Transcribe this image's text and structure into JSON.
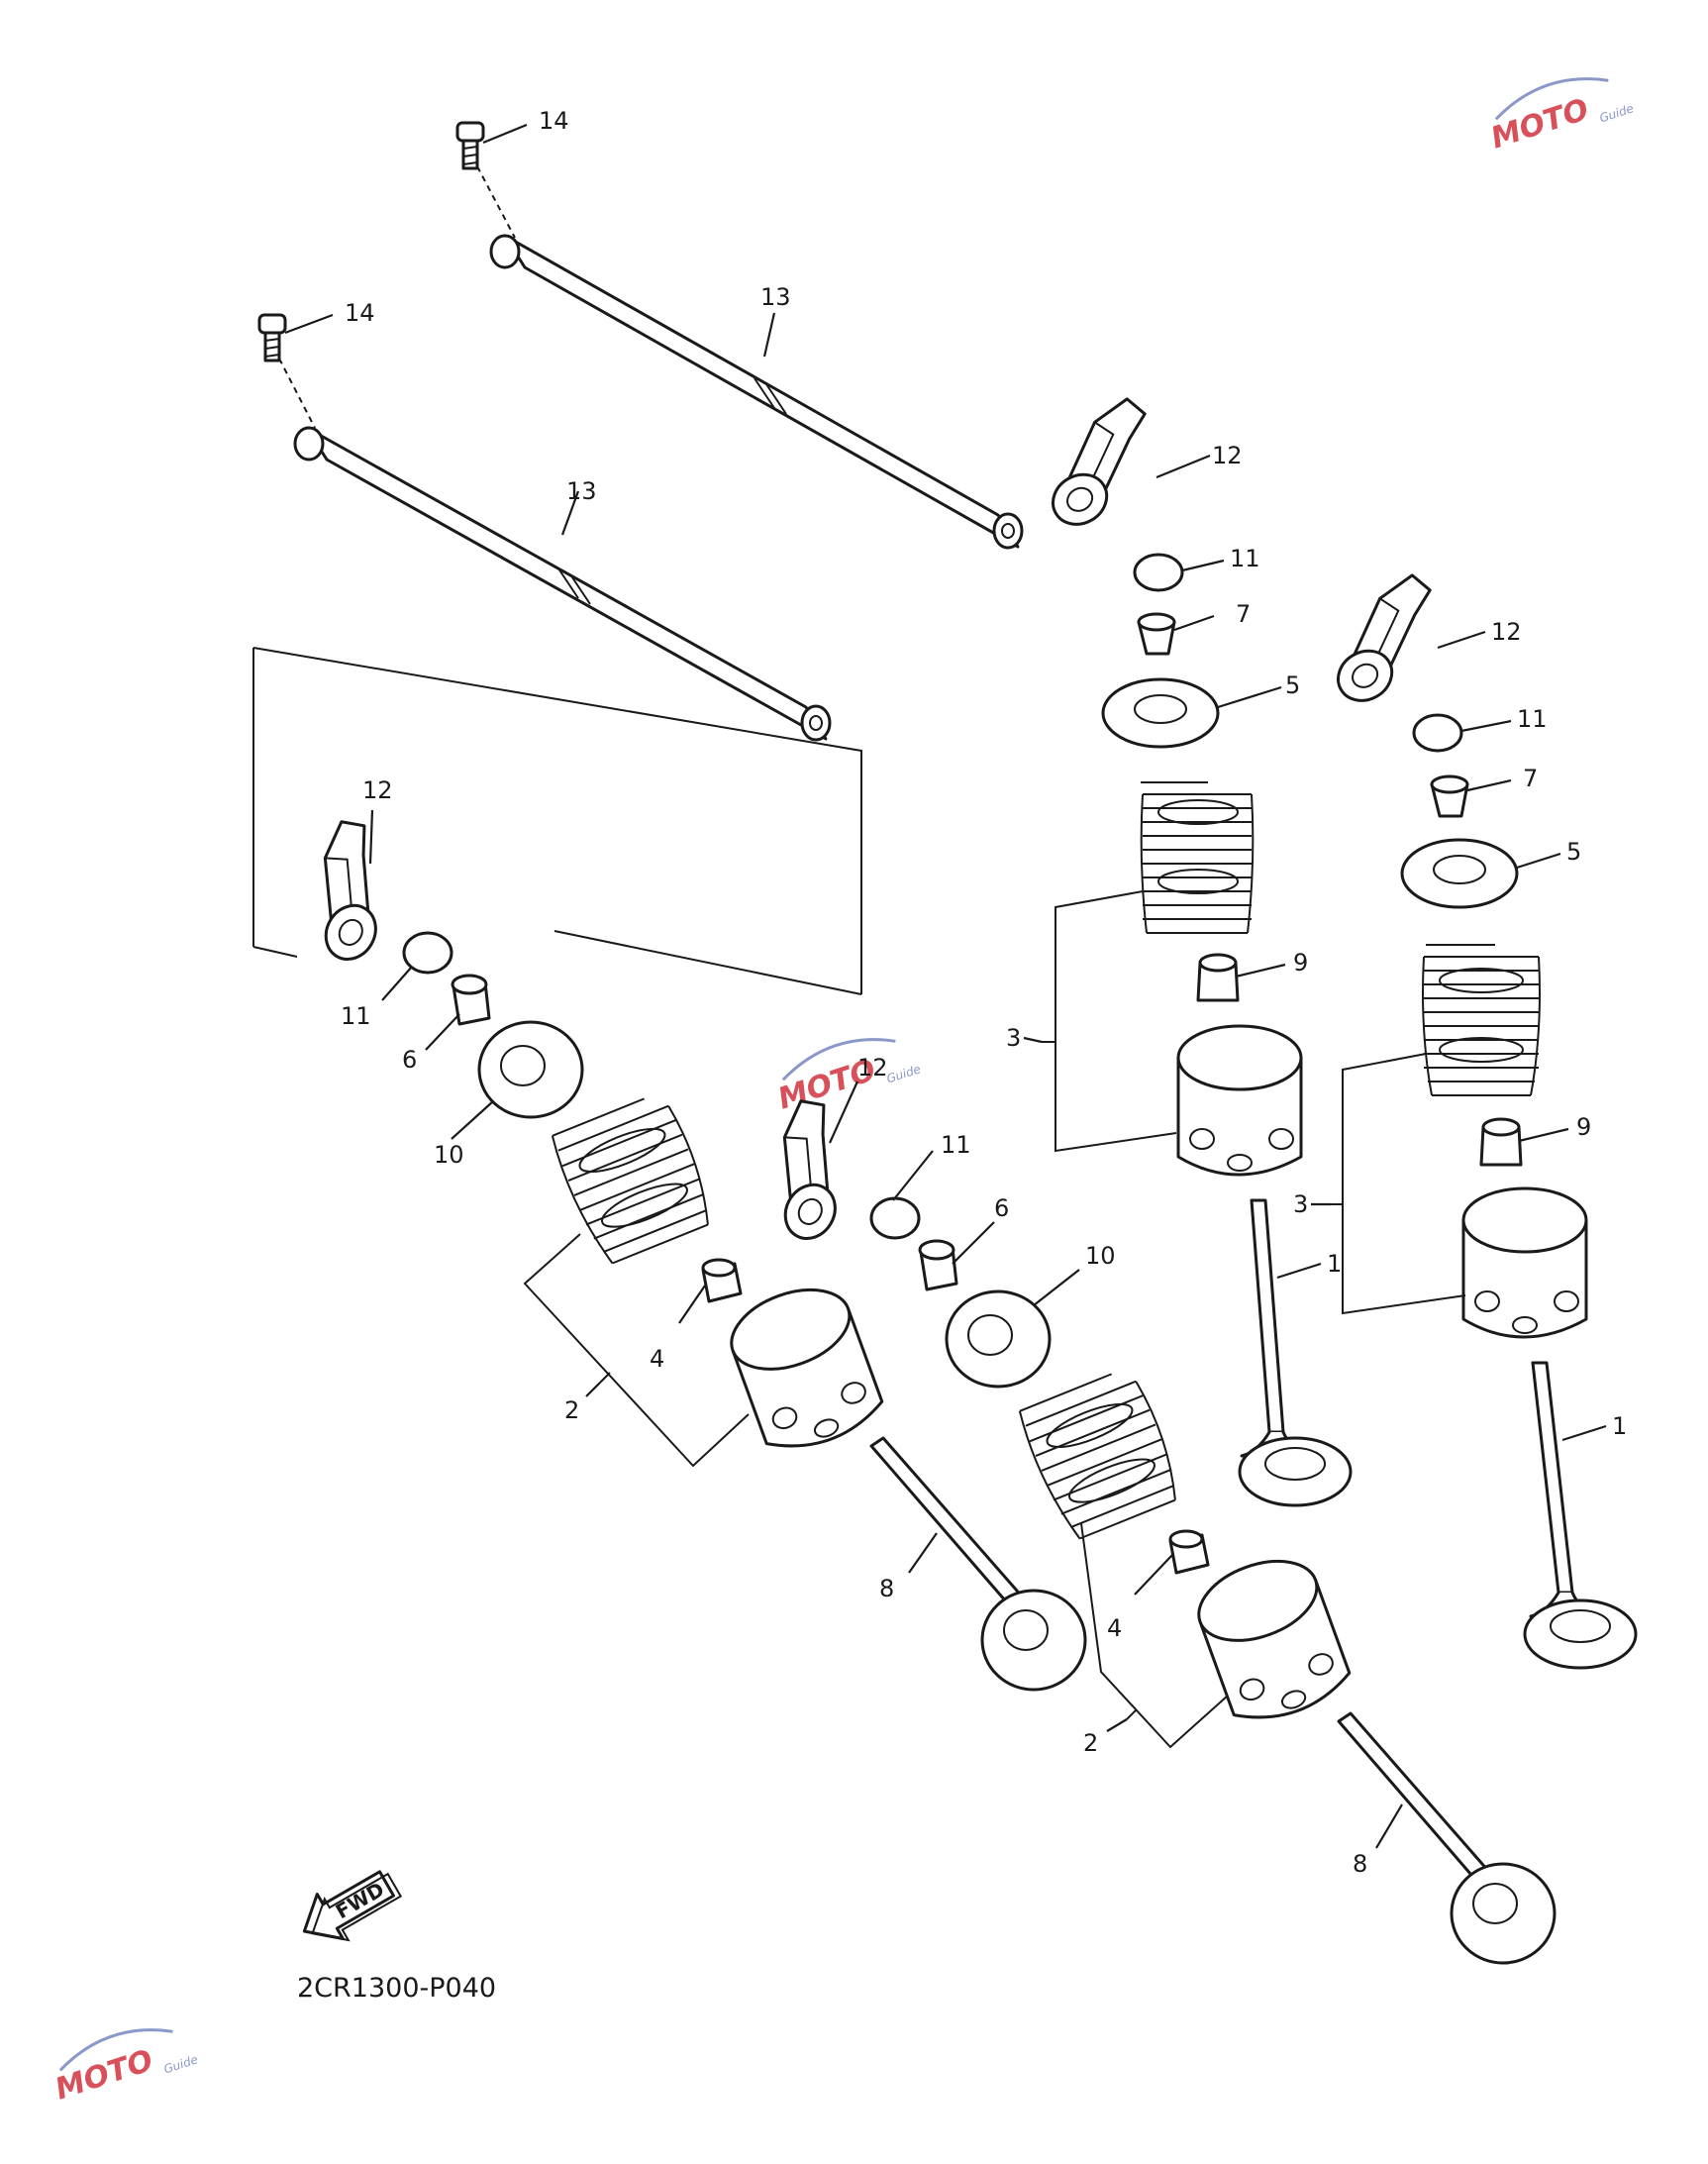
{
  "diagram": {
    "diagram_code": "2CR1300-P040",
    "fwd_label": "FWD",
    "watermark_brand": "MOTO",
    "watermark_sub": "Guide",
    "colors": {
      "line": "#1a1a1a",
      "background": "#ffffff",
      "watermark_red": "#d7505a",
      "watermark_blue": "#8a97c9"
    },
    "callouts": [
      {
        "id": "c14a",
        "label": "14"
      },
      {
        "id": "c14b",
        "label": "14"
      },
      {
        "id": "c13a",
        "label": "13"
      },
      {
        "id": "c13b",
        "label": "13"
      },
      {
        "id": "c12a",
        "label": "12"
      },
      {
        "id": "c12b",
        "label": "12"
      },
      {
        "id": "c12c",
        "label": "12"
      },
      {
        "id": "c12d",
        "label": "12"
      },
      {
        "id": "c11a",
        "label": "11"
      },
      {
        "id": "c11b",
        "label": "11"
      },
      {
        "id": "c11c",
        "label": "11"
      },
      {
        "id": "c11d",
        "label": "11"
      },
      {
        "id": "c7a",
        "label": "7"
      },
      {
        "id": "c7b",
        "label": "7"
      },
      {
        "id": "c5a",
        "label": "5"
      },
      {
        "id": "c5b",
        "label": "5"
      },
      {
        "id": "c9a",
        "label": "9"
      },
      {
        "id": "c9b",
        "label": "9"
      },
      {
        "id": "c3a",
        "label": "3"
      },
      {
        "id": "c3b",
        "label": "3"
      },
      {
        "id": "c1a",
        "label": "1"
      },
      {
        "id": "c1b",
        "label": "1"
      },
      {
        "id": "c8a",
        "label": "8"
      },
      {
        "id": "c8b",
        "label": "8"
      },
      {
        "id": "c6a",
        "label": "6"
      },
      {
        "id": "c6b",
        "label": "6"
      },
      {
        "id": "c10a",
        "label": "10"
      },
      {
        "id": "c10b",
        "label": "10"
      },
      {
        "id": "c4a",
        "label": "4"
      },
      {
        "id": "c4b",
        "label": "4"
      },
      {
        "id": "c2a",
        "label": "2"
      },
      {
        "id": "c2b",
        "label": "2"
      }
    ]
  }
}
